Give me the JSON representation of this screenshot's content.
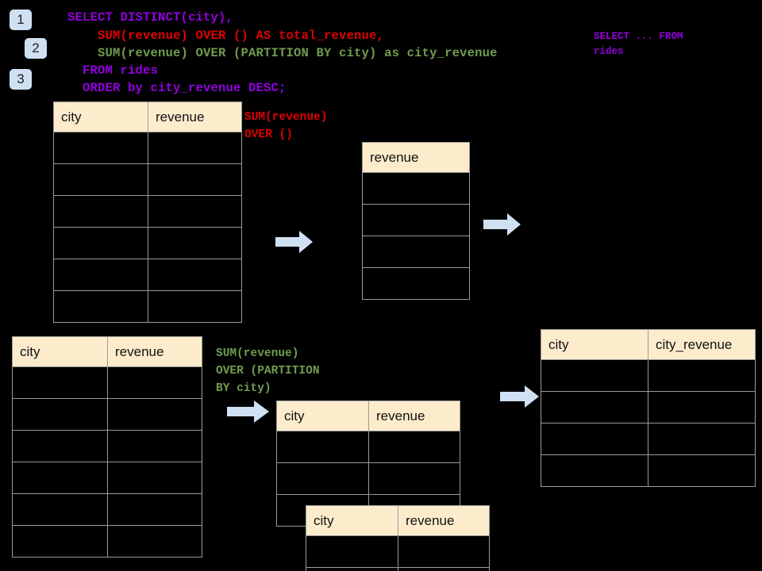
{
  "theme": {
    "background": "#000000",
    "header_fill": "#fdeccc",
    "grid_line": "#9a9a9a",
    "badge_fill": "#cfe0f2",
    "arrow_fill": "#cfe0f2",
    "keyword_purple": "#9400e0",
    "accent_red": "#e00000",
    "accent_green": "#6f9d4e"
  },
  "badges": [
    {
      "label": "1"
    },
    {
      "label": "2"
    },
    {
      "label": "3"
    }
  ],
  "query": {
    "lines": [
      {
        "text": "SELECT DISTINCT(city),",
        "color": "purple"
      },
      {
        "text": "    SUM(revenue) OVER () AS total_revenue,",
        "color": "red"
      },
      {
        "text": "    SUM(revenue) OVER (PARTITION BY city) as city_revenue",
        "color": "green"
      },
      {
        "text": "  FROM rides",
        "color": "purple"
      },
      {
        "text": "  ORDER by city_revenue DESC;",
        "color": "purple"
      }
    ]
  },
  "annotations": {
    "source_label": "SELECT ... FROM\nrides",
    "total_revenue_label": "SUM(revenue)\nOVER ()",
    "partition_label": "SUM(revenue)\nOVER (PARTITION\nBY city)"
  },
  "tables": {
    "rides_top": {
      "name": "rides-table-top",
      "headers": [
        "city",
        "revenue"
      ],
      "rows": [
        [
          "",
          ""
        ],
        [
          "",
          ""
        ],
        [
          "",
          ""
        ],
        [
          "",
          ""
        ],
        [
          "",
          ""
        ],
        [
          "",
          ""
        ]
      ]
    },
    "total_revenue": {
      "name": "total-revenue-table",
      "headers": [
        "revenue"
      ],
      "rows": [
        [
          ""
        ],
        [
          ""
        ],
        [
          ""
        ],
        [
          ""
        ]
      ]
    },
    "rides_bottom": {
      "name": "rides-table-bottom",
      "headers": [
        "city",
        "revenue"
      ],
      "rows": [
        [
          "",
          ""
        ],
        [
          "",
          ""
        ],
        [
          "",
          ""
        ],
        [
          "",
          ""
        ],
        [
          "",
          ""
        ],
        [
          "",
          ""
        ]
      ]
    },
    "partition_back": {
      "name": "partition-group-table-back",
      "headers": [
        "city",
        "revenue"
      ],
      "rows": [
        [
          "",
          ""
        ],
        [
          "",
          ""
        ],
        [
          "",
          ""
        ]
      ]
    },
    "partition_front": {
      "name": "partition-group-table-front",
      "headers": [
        "city",
        "revenue"
      ],
      "rows": [
        [
          "",
          ""
        ],
        [
          "",
          ""
        ]
      ]
    },
    "result": {
      "name": "result-table",
      "headers": [
        "city",
        "city_revenue"
      ],
      "rows": [
        [
          "",
          ""
        ],
        [
          "",
          ""
        ],
        [
          "",
          ""
        ],
        [
          "",
          ""
        ]
      ]
    }
  },
  "arrows": [
    {
      "name": "arrow-rides-to-total-revenue"
    },
    {
      "name": "arrow-total-revenue-to-result"
    },
    {
      "name": "arrow-rides-to-partition"
    },
    {
      "name": "arrow-partition-to-result"
    }
  ]
}
